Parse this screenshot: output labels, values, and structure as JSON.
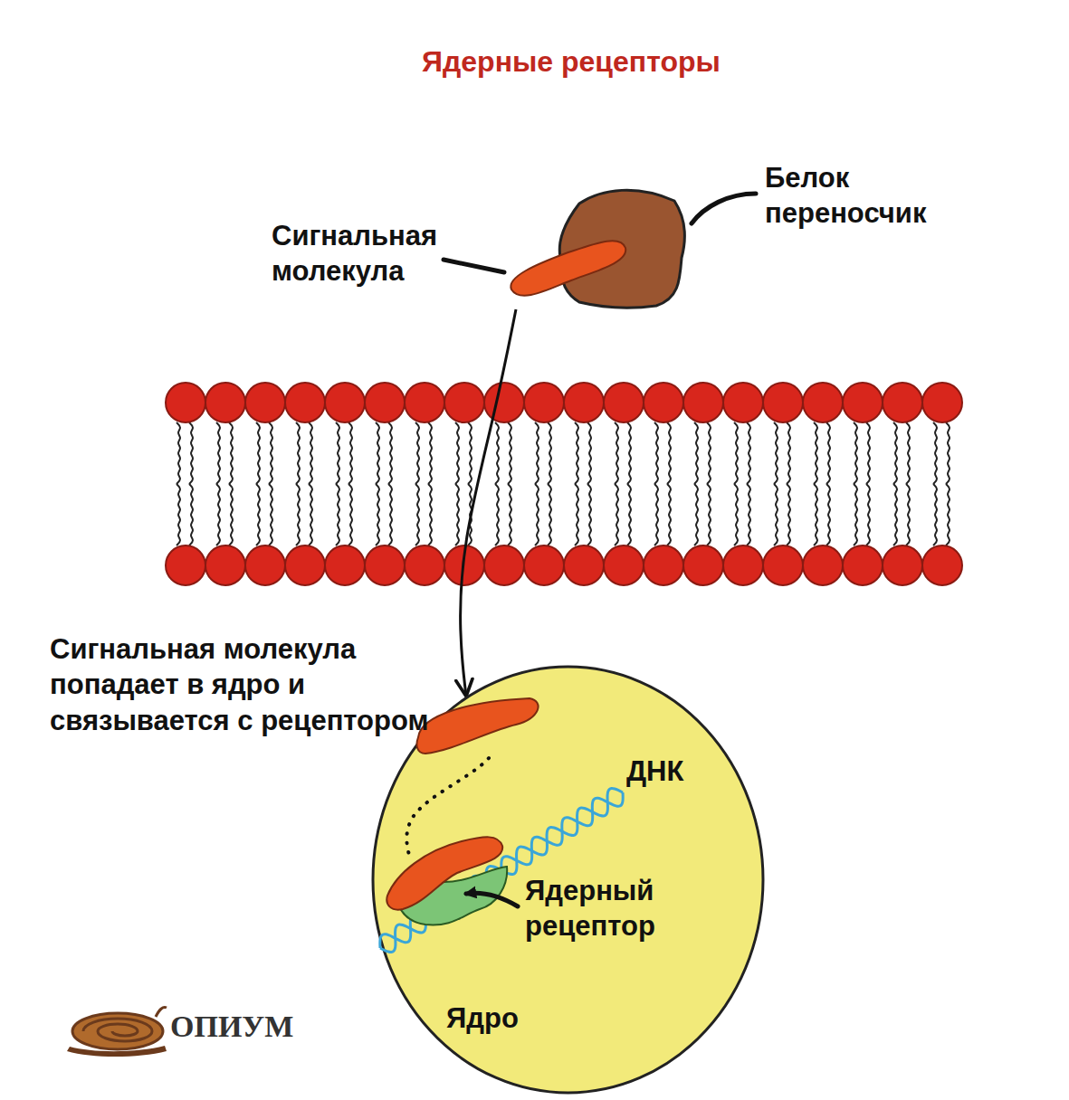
{
  "diagram": {
    "title": "Ядерные рецепторы",
    "nodes": [
      {
        "text": [
          "Белок переносчик"
        ]
      },
      {
        "text": [
          "Ядро"
        ]
      }
    ],
    "edges": [
      {
        "from": 0,
        "to": 1,
        "arrow": "to"
      }
    ],
    "labels": [
      "Сигнальная молекула",
      "Сигнальная молекула попадает в ядро и связывается с рецептором",
      "ДНК",
      "Ядерный рецептор",
      "ОПИУМ"
    ]
  }
}
